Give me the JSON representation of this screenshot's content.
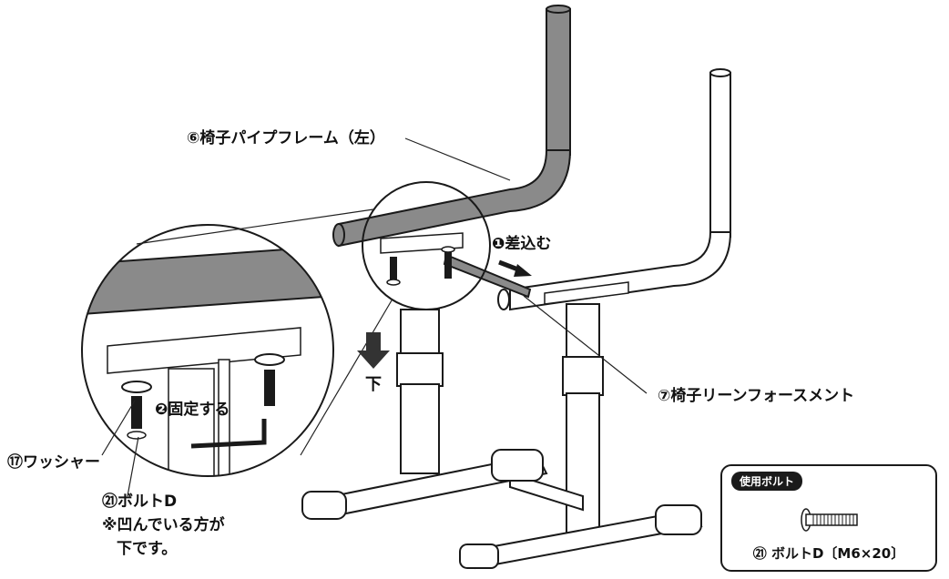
{
  "labels": {
    "left_frame": "⑥椅子パイプフレーム（左）",
    "insert_step": "❶差込む",
    "down": "下",
    "fix_step": "❷固定する",
    "reinforcement": "⑦椅子リーンフォースメント",
    "washer": "⑰ワッシャー",
    "bolt_d": "㉑ボルトD",
    "recess_note_1": "※凹んでいる方が",
    "recess_note_2": "下です。"
  },
  "parts_box": {
    "tag": "使用ボルト",
    "name": "㉑ ボルトD〔M6×20〕"
  },
  "colors": {
    "line": "#1a1a1a",
    "gray_pipe": "#8a8a8a",
    "background": "#ffffff"
  },
  "icons": [
    "down-arrow-icon",
    "right-arrow-icon",
    "hex-key-icon",
    "bolt-icon",
    "washer-icon"
  ]
}
